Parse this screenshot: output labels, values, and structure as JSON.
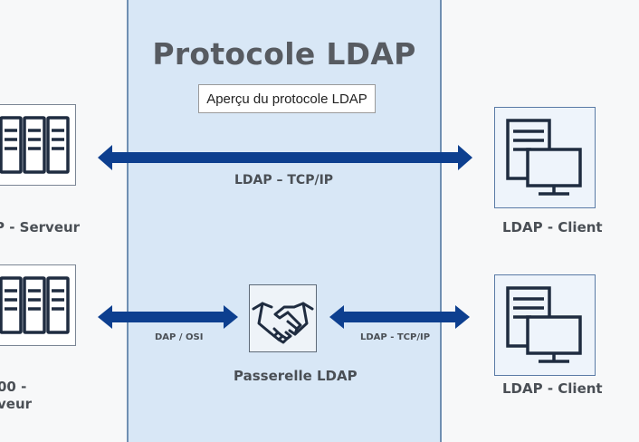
{
  "diagram": {
    "title": "Protocole LDAP",
    "tooltip": "Aperçu du protocole LDAP",
    "connections": {
      "top": "LDAP – TCP/IP",
      "gateway_left": "DAP / OSI",
      "gateway_right": "LDAP - TCP/IP"
    },
    "nodes": {
      "server_top": "P - Serveur",
      "server_bottom_line1": "00 -",
      "server_bottom_line2": "veur",
      "gateway": "Passerelle LDAP",
      "client_top": "LDAP - Client",
      "client_bottom": "LDAP - Client"
    },
    "icons": {
      "server": "server-rack-icon",
      "client": "desktop-computer-icon",
      "gateway": "handshake-icon"
    },
    "colors": {
      "arrow": "#0d3f8f",
      "panel": "#d8e7f6",
      "icon_stroke": "#1f2c40"
    }
  }
}
